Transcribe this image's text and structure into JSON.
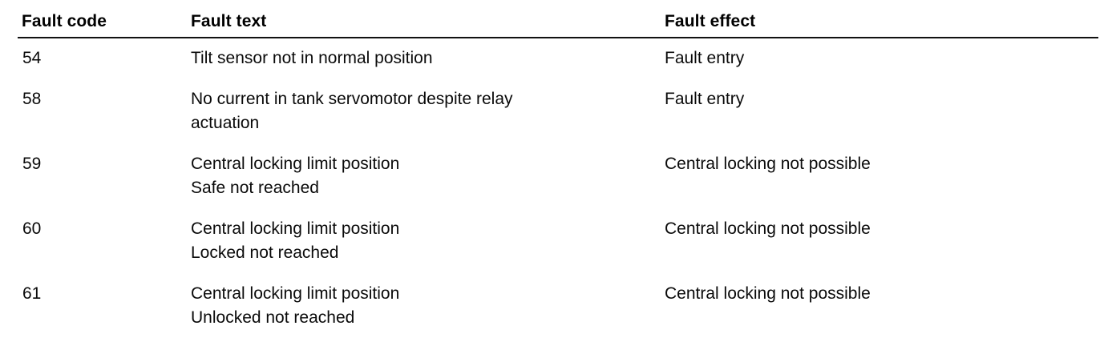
{
  "document": {
    "type": "fault-code-table",
    "background_color": "#ffffff",
    "text_color": "#000000",
    "rule_color": "#111111"
  },
  "table": {
    "columns": [
      {
        "key": "fault_code",
        "label": "Fault code"
      },
      {
        "key": "fault_text",
        "label": "Fault text"
      },
      {
        "key": "fault_effect",
        "label": "Fault effect"
      }
    ],
    "rows": [
      {
        "fault_code": "54",
        "fault_text_lines": [
          "Tilt sensor not in normal position"
        ],
        "fault_effect_lines": [
          "Fault entry"
        ]
      },
      {
        "fault_code": "58",
        "fault_text_lines": [
          "No current in tank servomotor despite relay",
          "actuation"
        ],
        "fault_effect_lines": [
          "Fault entry"
        ]
      },
      {
        "fault_code": "59",
        "fault_text_lines": [
          "Central locking limit position",
          "Safe not reached"
        ],
        "fault_effect_lines": [
          "Central locking not possible"
        ]
      },
      {
        "fault_code": "60",
        "fault_text_lines": [
          "Central locking limit position",
          "Locked not reached"
        ],
        "fault_effect_lines": [
          "Central locking not possible"
        ]
      },
      {
        "fault_code": "61",
        "fault_text_lines": [
          "Central locking limit position",
          "Unlocked not reached"
        ],
        "fault_effect_lines": [
          "Central locking not possible"
        ]
      }
    ]
  }
}
